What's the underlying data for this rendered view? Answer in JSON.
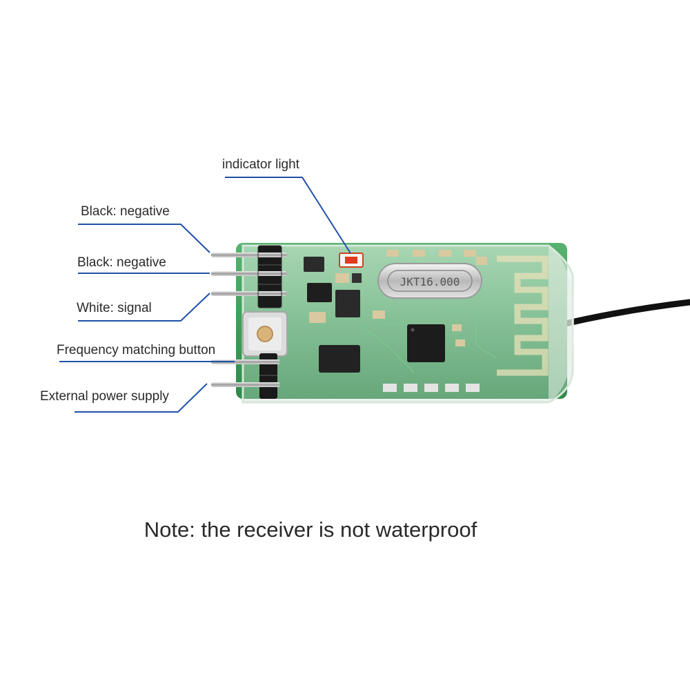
{
  "callouts": {
    "indicator_light": "indicator light",
    "black_negative_1": "Black: negative",
    "black_negative_2": "Black: negative",
    "white_signal": "White: signal",
    "frequency_matching_button": "Frequency matching button",
    "external_power_supply": "External power supply"
  },
  "crystal_marking": "JKT16.000",
  "note": "Note: the receiver is not waterproof",
  "colors": {
    "leader_line": "#1f4fa8",
    "pcb_green": "#3f9e5a",
    "led_red": "#e03a20",
    "header_black": "#1a1a1a",
    "antenna_cable": "#111111"
  }
}
